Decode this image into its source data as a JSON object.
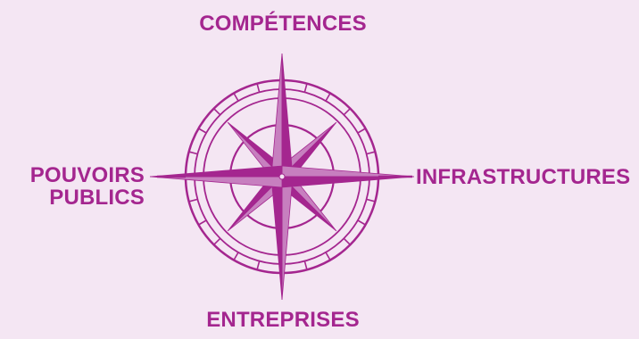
{
  "compass": {
    "top_label": "COMPÉTENCES",
    "bottom_label": "ENTREPRISES",
    "right_label": "INFRASTRUCTURES",
    "left_label_line1": "POUVOIRS",
    "left_label_line2": "PUBLICS",
    "colors": {
      "background": "#f4e6f3",
      "accent": "#a4268f",
      "accent_light": "#c77fbf"
    },
    "icon": "compass-rose-icon"
  }
}
